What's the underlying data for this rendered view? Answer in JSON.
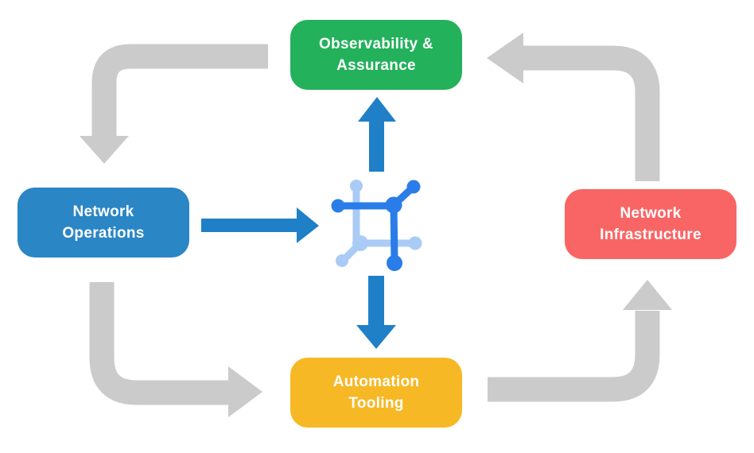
{
  "background": "#ffffff",
  "text_color": "#ffffff",
  "nodes": {
    "observability": {
      "line1": "Observability &",
      "line2": "Assurance",
      "color": "#23b15b"
    },
    "operations": {
      "line1": "Network",
      "line2": "Operations",
      "color": "#2b86c6"
    },
    "infrastructure": {
      "line1": "Network",
      "line2": "Infrastructure",
      "color": "#f96565"
    },
    "automation": {
      "line1": "Automation",
      "line2": "Tooling",
      "color": "#f7b825"
    }
  },
  "center_icon": {
    "name": "network-automation-icon",
    "color_dark": "#2a7de8",
    "color_light": "#a9cbf6"
  },
  "arrows": {
    "cycle_color": "#cbcbcb",
    "data_color": "#1f80c8",
    "cycle_flows": [
      {
        "from": "observability",
        "to": "operations"
      },
      {
        "from": "operations",
        "to": "automation"
      },
      {
        "from": "automation",
        "to": "infrastructure"
      },
      {
        "from": "infrastructure",
        "to": "observability"
      }
    ],
    "data_flows": [
      {
        "from": "operations",
        "to": "center-icon"
      },
      {
        "from": "center-icon",
        "to": "observability"
      },
      {
        "from": "center-icon",
        "to": "automation"
      }
    ]
  }
}
